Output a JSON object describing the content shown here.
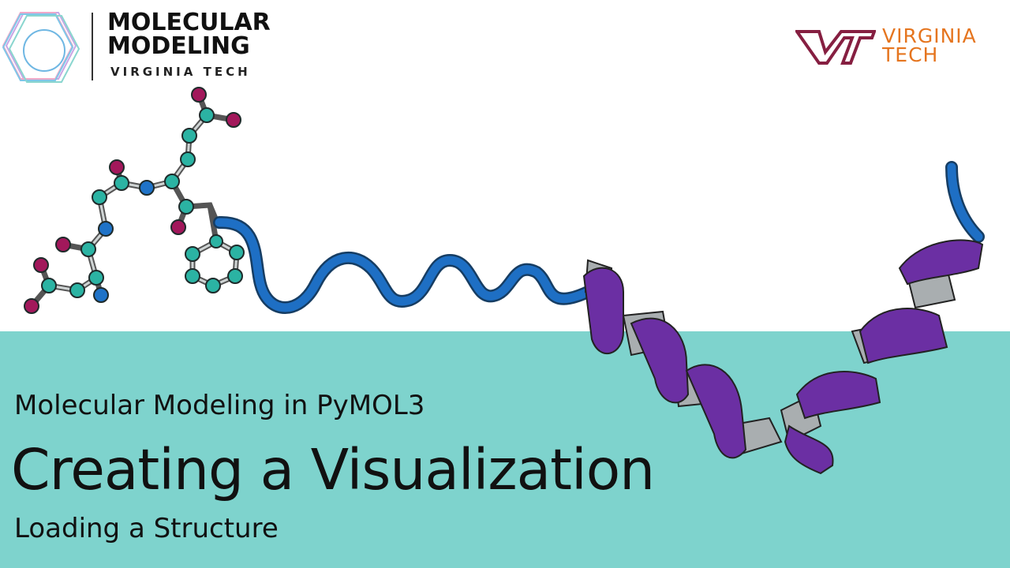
{
  "header": {
    "left_logo": {
      "title_line1": "MOLECULAR",
      "title_line2": "MODELING",
      "subtitle": "VIRGINIA TECH",
      "icon": "hexagon-benzene-icon"
    },
    "right_logo": {
      "mark": "VT",
      "line1": "VIRGINIA",
      "line2": "TECH",
      "color": "#e5751f",
      "mark_color": "#861f41"
    }
  },
  "slide": {
    "subtitle": "Molecular Modeling in PyMOL3",
    "title": "Creating a Visualization",
    "section": "Loading a Structure"
  },
  "colors": {
    "band": "#7ed3cd",
    "carbon_atom": "#2bb3a3",
    "oxygen_atom": "#a2185b",
    "nitrogen_atom": "#1f73c8",
    "coil": "#1e6fc4",
    "helix_front": "#6b2fa3",
    "helix_back": "#a9aeb0"
  }
}
